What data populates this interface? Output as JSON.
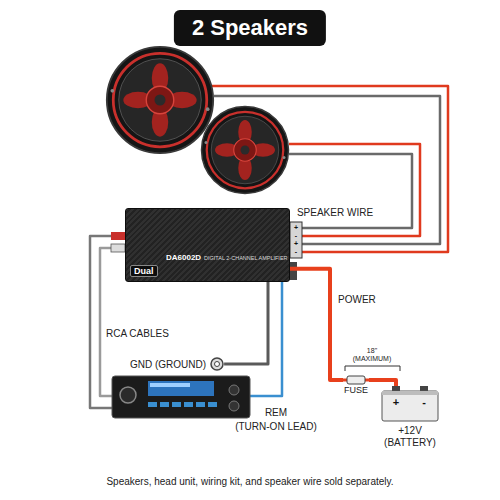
{
  "diagram": {
    "title": "2 Speakers",
    "caption": "Speakers, head unit, wiring kit, and speaker wire sold separately.",
    "nodes": [
      {
        "text": [
          "DA6002D",
          "DIGITAL 2-CHANNEL AMPLIFIER",
          "Dual"
        ]
      },
      {
        "text": [
          "GND (GROUND)"
        ]
      },
      {
        "text": [
          "FUSE"
        ]
      },
      {
        "text": [
          "+",
          "-",
          "+12V (BATTERY)"
        ]
      }
    ],
    "edges": [
      {
        "from": 0,
        "to": 1,
        "arrow": "none"
      },
      {
        "from": 0,
        "to": 2,
        "arrow": "none"
      },
      {
        "from": 2,
        "to": 3,
        "arrow": "none"
      }
    ],
    "labels": [
      "SPEAKER WIRE",
      "+",
      "-",
      "+",
      "-",
      "RCA CABLES",
      "POWER",
      "18\" (MAXIMUM)",
      "REM",
      "(TURN-ON LEAD)"
    ]
  }
}
